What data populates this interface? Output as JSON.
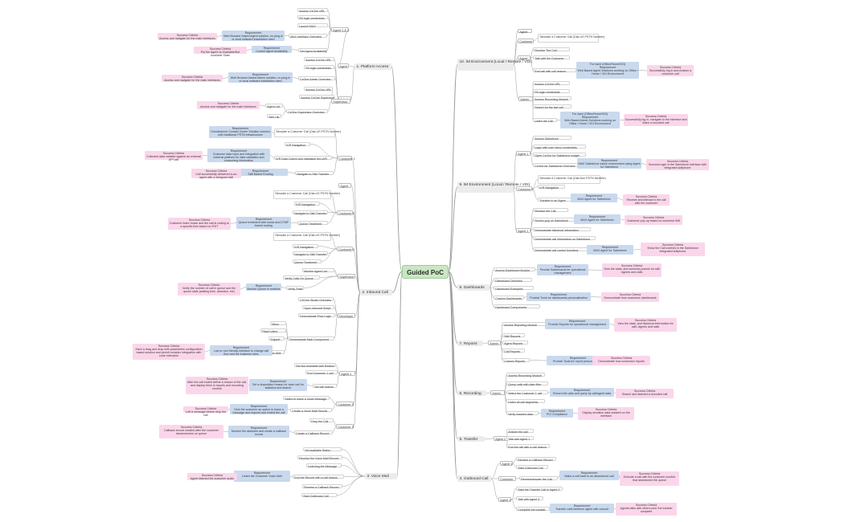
{
  "root": "Guided PoC",
  "colors": {
    "root_fill": "#c9e7c2",
    "requirement": "#c9d9ee",
    "success": "#fbd6ea",
    "line": "#9a9a9a",
    "main_fill": "#ececec"
  },
  "nodes": [
    {
      "id": "root",
      "type": "root",
      "text": "Guided PoC"
    },
    {
      "id": "l1",
      "type": "main",
      "text": "1. Platform Access"
    },
    {
      "id": "l1_agent",
      "type": "branch",
      "text": "Agent"
    },
    {
      "id": "l1_agentsub",
      "type": "branch",
      "text": "Agent 1 & 2"
    },
    {
      "id": "a1",
      "type": "leaf",
      "text": "Access CxOne URL"
    },
    {
      "id": "a2",
      "type": "leaf",
      "text": "Fill login credentials"
    },
    {
      "id": "a3",
      "type": "leaf",
      "text": "Launch MAX"
    },
    {
      "id": "a4",
      "type": "leaf",
      "text": "MAX Interface Overview"
    },
    {
      "id": "a5",
      "type": "leaf",
      "text": "Set Agent Availability"
    },
    {
      "id": "r1",
      "type": "req",
      "text": "Requirement\nWeb Browser based Agent solution, no plug-in or local software installation need"
    },
    {
      "id": "s1",
      "type": "sc",
      "text": "Success Criteria\nAccess and navigate for the main interfaces"
    },
    {
      "id": "r2",
      "type": "req",
      "text": "Requirement\nControl Agent Availability"
    },
    {
      "id": "s2",
      "type": "sc",
      "text": "Success Criteria\nPut the Agent on Available/Not Available State"
    },
    {
      "id": "l1_admin",
      "type": "branch",
      "text": "Admin"
    },
    {
      "id": "b1",
      "type": "leaf",
      "text": "Access CxOne URL"
    },
    {
      "id": "b2",
      "type": "leaf",
      "text": "Fill login credentials"
    },
    {
      "id": "b3",
      "type": "leaf",
      "text": "CxOne Admin Overview"
    },
    {
      "id": "r3",
      "type": "req",
      "text": "Requirement\nWeb Browser based Admin solution, no plug-in or local software installation need"
    },
    {
      "id": "s3",
      "type": "sc",
      "text": "Success Criteria\nAccess and navigate for the main interfaces"
    },
    {
      "id": "l1_sup",
      "type": "branch",
      "text": "Supervisor"
    },
    {
      "id": "c1",
      "type": "leaf",
      "text": "Access CxOne URL"
    },
    {
      "id": "c2",
      "type": "leaf",
      "text": "Access CxOne Supervisor"
    },
    {
      "id": "c3",
      "type": "leaf",
      "text": "Agent List"
    },
    {
      "id": "c4",
      "type": "leaf",
      "text": "Skill List"
    },
    {
      "id": "c5",
      "type": "leaf",
      "text": "CxOne Supervisor Overview"
    },
    {
      "id": "s4",
      "type": "sc",
      "text": "Success Criteria\nAccess and navigate for the main interfaces"
    },
    {
      "id": "l2",
      "type": "main",
      "text": "2. Inbound Call"
    },
    {
      "id": "l2_cust1",
      "type": "branch",
      "text": "Customer 1"
    },
    {
      "id": "d1",
      "type": "leaf",
      "text": "Simulate a Customer Call (Dial-US PSTN Number)"
    },
    {
      "id": "d2",
      "type": "leaf",
      "text": "IVR Navigation"
    },
    {
      "id": "d3",
      "type": "leaf",
      "text": "IVR Data Collect and Validation thru API"
    },
    {
      "id": "d4",
      "type": "leaf",
      "text": "Navigate to Skill Transfer"
    },
    {
      "id": "r4",
      "type": "req",
      "text": "Requirement\nOmnichannel Contact Center Solution connect with traditional PSTN infrastructure"
    },
    {
      "id": "r5",
      "type": "req",
      "text": "Requirement\nCustomer data input and integration with external platform for data validation and consuming information"
    },
    {
      "id": "s5",
      "type": "sc",
      "text": "Success Criteria\nCollected data validate against an external API call"
    },
    {
      "id": "r6",
      "type": "req",
      "text": "Requirement\nSkill Based Routing"
    },
    {
      "id": "s6",
      "type": "sc",
      "text": "Success Criteria\nCall successfully delivered to an agent with a designed skill"
    },
    {
      "id": "l2_agent",
      "type": "branch",
      "text": "Agent"
    },
    {
      "id": "l2_cust2",
      "type": "branch",
      "text": "Customer 2"
    },
    {
      "id": "e1",
      "type": "leaf",
      "text": "Simulate a Customer Call (Dial-US PSTN Number)"
    },
    {
      "id": "e2",
      "type": "leaf",
      "text": "IVR Navigation"
    },
    {
      "id": "e3",
      "type": "leaf",
      "text": "Navigate to Skill Transfer"
    },
    {
      "id": "e4",
      "type": "leaf",
      "text": "Queue Treatment"
    },
    {
      "id": "r7",
      "type": "req",
      "text": "Requirement\nQueue treatment with music and DTMF based routing"
    },
    {
      "id": "s7",
      "type": "sc",
      "text": "Success Criteria\nCustomer listen music and the call is routing to a specific flow based on IFUT"
    },
    {
      "id": "l2_cust3",
      "type": "branch",
      "text": "Customer 3"
    },
    {
      "id": "f1",
      "type": "leaf",
      "text": "Simulate a Customer Call (Dial-US PSTN Number)"
    },
    {
      "id": "f2",
      "type": "leaf",
      "text": "IVR Navigation"
    },
    {
      "id": "f3",
      "type": "leaf",
      "text": "Navigate to Skill Transfer"
    },
    {
      "id": "f4",
      "type": "leaf",
      "text": "Queue Treatment"
    },
    {
      "id": "l2_sup",
      "type": "branch",
      "text": "Supervisor"
    },
    {
      "id": "g1",
      "type": "leaf",
      "text": "Access Skill List"
    },
    {
      "id": "g2",
      "type": "leaf",
      "text": "Monitor Agent List"
    },
    {
      "id": "g3",
      "type": "leaf",
      "text": "Verify Calls On Queue"
    },
    {
      "id": "g4",
      "type": "leaf",
      "text": "Verify Stats"
    },
    {
      "id": "r8",
      "type": "req",
      "text": "Requirement\nMonitor Queue in realtime"
    },
    {
      "id": "s8",
      "type": "sc",
      "text": "Success Criteria\nVerify the number of call in queue and the queue stats (waiting time, abandon, etc)"
    },
    {
      "id": "l2_dev",
      "type": "branch",
      "text": "Developer"
    },
    {
      "id": "h1",
      "type": "leaf",
      "text": "CXOne Studio Overview"
    },
    {
      "id": "h2",
      "type": "leaf",
      "text": "Open Inbound Script"
    },
    {
      "id": "h3",
      "type": "leaf",
      "text": "Demonstrate Flow Logic"
    },
    {
      "id": "h4",
      "type": "leaf",
      "text": "Demonstrate Main Component"
    },
    {
      "id": "h5",
      "type": "leaf",
      "text": "Menu"
    },
    {
      "id": "h6",
      "type": "leaf",
      "text": "Play/Collect"
    },
    {
      "id": "h7",
      "type": "leaf",
      "text": "Snippet"
    },
    {
      "id": "h8",
      "type": "leaf",
      "text": "Route to Skill"
    },
    {
      "id": "r9",
      "type": "req",
      "text": "Requirement\nLow or non friendly interface to change call flow and the business rules"
    },
    {
      "id": "s9",
      "type": "sc",
      "text": "Success Criteria\nHave a drag and drop with parameters configuration based solution and permit complex integration with code extension"
    },
    {
      "id": "l2_ag1",
      "type": "branch",
      "text": "Agent 1"
    },
    {
      "id": "i1",
      "type": "leaf",
      "text": "Set Not Available with Reason"
    },
    {
      "id": "i2",
      "type": "leaf",
      "text": "End Customer 1 call"
    },
    {
      "id": "i3",
      "type": "leaf",
      "text": "Set call reason"
    },
    {
      "id": "r10",
      "type": "req",
      "text": "Requirement\nSet a disposition reason for each call for statistics and search"
    },
    {
      "id": "s10",
      "type": "sc",
      "text": "Success Criteria\nAfter the call ended define a reason of the call, and display them in reports and recording module"
    },
    {
      "id": "l2_c2b",
      "type": "branch",
      "text": "Customer 2"
    },
    {
      "id": "j1",
      "type": "leaf",
      "text": "Select to leave a Voice Message"
    },
    {
      "id": "j2",
      "type": "leaf",
      "text": "Create a Voice Mail Record"
    },
    {
      "id": "r11",
      "type": "req",
      "text": "Requirement\nGive the customer an option to leave a message and request and ended the call"
    },
    {
      "id": "s11",
      "type": "sc",
      "text": "Success Criteria\nLeft a message before drop the call"
    },
    {
      "id": "l2_c3b",
      "type": "branch",
      "text": "Customer 3"
    },
    {
      "id": "k1",
      "type": "leaf",
      "text": "Drop the Call"
    },
    {
      "id": "k2",
      "type": "leaf",
      "text": "Create a Callback Record"
    },
    {
      "id": "r12",
      "type": "req",
      "text": "Requirement\nMonitor the abandon and create a callback record"
    },
    {
      "id": "s12",
      "type": "sc",
      "text": "Success Criteria\nCallback record created after the customer disconnection on queue"
    },
    {
      "id": "l3",
      "type": "main",
      "text": "3. Voice Mail"
    },
    {
      "id": "m1",
      "type": "leaf",
      "text": "Set available Status"
    },
    {
      "id": "m2",
      "type": "leaf",
      "text": "Receive the Voice Mail Record"
    },
    {
      "id": "m3",
      "type": "leaf",
      "text": "Listening the Message"
    },
    {
      "id": "m4",
      "type": "leaf",
      "text": "End the Record with a call reason"
    },
    {
      "id": "m5",
      "type": "leaf",
      "text": "Receive a Callback Record"
    },
    {
      "id": "m6",
      "type": "leaf",
      "text": "Start Outbound Call"
    },
    {
      "id": "r13",
      "type": "req",
      "text": "Requirement\nListen the Customer Voice Mail"
    },
    {
      "id": "s13",
      "type": "sc",
      "text": "Success Criteria\nAgent listened the customer audio"
    },
    {
      "id": "l10",
      "type": "main",
      "text": "10. IM Environment (Local / Remote / VDI)"
    },
    {
      "id": "n_agent",
      "type": "branch",
      "text": "Agent"
    },
    {
      "id": "n_cust",
      "type": "branch",
      "text": "Customer"
    },
    {
      "id": "n1",
      "type": "leaf",
      "text": "Simulate a Customer Call (Dial-US PSTN Number)"
    },
    {
      "id": "n_agent2",
      "type": "branch",
      "text": "Agent"
    },
    {
      "id": "n2",
      "type": "leaf",
      "text": "Receive The Call"
    },
    {
      "id": "n3",
      "type": "leaf",
      "text": "Talk with the Customer"
    },
    {
      "id": "n4",
      "type": "leaf",
      "text": "End call with call reason"
    },
    {
      "id": "r14",
      "type": "req",
      "text": "For each (Office/Home/VDI)\nRequirement\nWeb Based Agent Solutions working on Office / Home / VDI Environment"
    },
    {
      "id": "s14",
      "type": "sc",
      "text": "Success Criteria\nSuccessfully log in and Answer a customer call"
    },
    {
      "id": "n_admin",
      "type": "branch",
      "text": "Admin"
    },
    {
      "id": "o1",
      "type": "leaf",
      "text": "Access CxOne URL"
    },
    {
      "id": "o2",
      "type": "leaf",
      "text": "Fill login credentials"
    },
    {
      "id": "o3",
      "type": "leaf",
      "text": "Access Recording Module"
    },
    {
      "id": "o4",
      "type": "leaf",
      "text": "Search for the last call"
    },
    {
      "id": "o5",
      "type": "leaf",
      "text": "Listen the Call"
    },
    {
      "id": "r15",
      "type": "req",
      "text": "For each (Office/Home/VDI)\nRequirement\nWeb Based Admin Solutions working on Office / Home / VDI Environment"
    },
    {
      "id": "s15",
      "type": "sc",
      "text": "Success Criteria\nSuccessfully log in, navigate to the interface and listen a recorded call"
    },
    {
      "id": "l9",
      "type": "main",
      "text": "9. IM Environment (Local / Remote / VDI)"
    },
    {
      "id": "p_agent",
      "type": "branch",
      "text": "Agent 1"
    },
    {
      "id": "p1",
      "type": "leaf",
      "text": "Access Salesforce"
    },
    {
      "id": "p2",
      "type": "leaf",
      "text": "Login with user demo credentials"
    },
    {
      "id": "p3",
      "type": "leaf",
      "text": "Open CxOne for Salesforce widget"
    },
    {
      "id": "p4",
      "type": "leaf",
      "text": "CxOne for Salesforce Overview"
    },
    {
      "id": "r16",
      "type": "req",
      "text": "Requirement\nMAX Salesforce native environment using Agent for Salesforce"
    },
    {
      "id": "s16",
      "type": "sc",
      "text": "Success Criteria\nSuccess login in the Salesforce interface with integrated softphone"
    },
    {
      "id": "p_cust",
      "type": "branch",
      "text": "Customer 1"
    },
    {
      "id": "q1",
      "type": "leaf",
      "text": "Simulate A Customer Call (Dial-Non PSTN Number)"
    },
    {
      "id": "q2",
      "type": "leaf",
      "text": "IVR Navigation"
    },
    {
      "id": "q3",
      "type": "leaf",
      "text": "Transfer to an Agent"
    },
    {
      "id": "r17",
      "type": "req",
      "text": "Requirement\nMAX Agent for Salesforce"
    },
    {
      "id": "s17",
      "type": "sc",
      "text": "Success Criteria\nReceive and interact in the call with the customer"
    },
    {
      "id": "p_agent2",
      "type": "branch",
      "text": "Agent 1"
    },
    {
      "id": "t1",
      "type": "leaf",
      "text": "Receive the Call"
    },
    {
      "id": "t2",
      "type": "leaf",
      "text": "Screen-pop on Salesforce"
    },
    {
      "id": "t3",
      "type": "leaf",
      "text": "Demonstrate historical information"
    },
    {
      "id": "t4",
      "type": "leaf",
      "text": "Demonstrate call information on Salesforce"
    },
    {
      "id": "t5",
      "type": "leaf",
      "text": "Demonstrate call control functions"
    },
    {
      "id": "r18",
      "type": "req",
      "text": "Requirement\nMAX Agent for Salesforce"
    },
    {
      "id": "s18",
      "type": "sc",
      "text": "Success Criteria\nCustomer pop-up based on customer ANI"
    },
    {
      "id": "r19",
      "type": "req",
      "text": "Requirement\nMAX Agent for Salesforce"
    },
    {
      "id": "s19",
      "type": "sc",
      "text": "Success Criteria\nShow the Call controls in the Salesforce integrated softphone"
    },
    {
      "id": "l8",
      "type": "main",
      "text": "8. Dashboards"
    },
    {
      "id": "u1",
      "type": "leaf",
      "text": "Access Dashboard Module"
    },
    {
      "id": "u2",
      "type": "leaf",
      "text": "Dashboard Overview"
    },
    {
      "id": "u3",
      "type": "leaf",
      "text": "Dashboard Examples"
    },
    {
      "id": "u4",
      "type": "leaf",
      "text": "Custom Dashboards"
    },
    {
      "id": "u5",
      "type": "leaf",
      "text": "Dashboard Components"
    },
    {
      "id": "r20",
      "type": "req",
      "text": "Requirement\nProvide Dashboards for operational management"
    },
    {
      "id": "s20",
      "type": "sc",
      "text": "Success Criteria\nView the stats, and summary panels for skill Agents and calls"
    },
    {
      "id": "r21",
      "type": "req",
      "text": "Requirement\nProvide Tools for dashboards personalization"
    },
    {
      "id": "s21",
      "type": "sc",
      "text": "Success Criteria\nDemonstrate how customize dashboards"
    },
    {
      "id": "l7",
      "type": "main",
      "text": "7. Reports"
    },
    {
      "id": "v_admin",
      "type": "branch",
      "text": "Admin"
    },
    {
      "id": "v1",
      "type": "leaf",
      "text": "Access Reporting Module"
    },
    {
      "id": "v2",
      "type": "leaf",
      "text": "Skill Reports"
    },
    {
      "id": "v3",
      "type": "leaf",
      "text": "Agent Reports"
    },
    {
      "id": "v4",
      "type": "leaf",
      "text": "Call Reports"
    },
    {
      "id": "v5",
      "type": "leaf",
      "text": "Custom Reports"
    },
    {
      "id": "r22",
      "type": "req",
      "text": "Requirement\nProvide Reports for operational management"
    },
    {
      "id": "s22",
      "type": "sc",
      "text": "Success Criteria\nView the stats, and historical information for skill, Agents and calls"
    },
    {
      "id": "r23",
      "type": "req",
      "text": "Requirement\nProvide Tools for report personalization"
    },
    {
      "id": "s23",
      "type": "sc",
      "text": "Success Criteria\nDemonstrate how customize reports"
    },
    {
      "id": "l6",
      "type": "main",
      "text": "6. Recording"
    },
    {
      "id": "w_admin",
      "type": "branch",
      "text": "Admin"
    },
    {
      "id": "w1",
      "type": "leaf",
      "text": "Access Recording Module"
    },
    {
      "id": "w2",
      "type": "leaf",
      "text": "Query calls with date filter"
    },
    {
      "id": "w3",
      "type": "leaf",
      "text": "Select the Customer 1 call"
    },
    {
      "id": "w4",
      "type": "leaf",
      "text": "Listen all call segments"
    },
    {
      "id": "w5",
      "type": "leaf",
      "text": "Verify masked data"
    },
    {
      "id": "r24",
      "type": "req",
      "text": "Requirement\nRecord the calls and query by call/agent data"
    },
    {
      "id": "s24",
      "type": "sc",
      "text": "Success Criteria\nSearch and listened a recorded call"
    },
    {
      "id": "r25",
      "type": "req",
      "text": "Requirement\nPCI Compliance"
    },
    {
      "id": "s25",
      "type": "sc",
      "text": "Success Criteria\nDisplay sensitive data masked on the interface"
    },
    {
      "id": "l5",
      "type": "main",
      "text": "5. Transfer"
    },
    {
      "id": "x_agent",
      "type": "branch",
      "text": "Agent 2"
    },
    {
      "id": "x1",
      "type": "leaf",
      "text": "Answer the call"
    },
    {
      "id": "x2",
      "type": "leaf",
      "text": "Talk with Agent 1"
    },
    {
      "id": "x3",
      "type": "leaf",
      "text": "End the call with a call reason"
    },
    {
      "id": "l4",
      "type": "main",
      "text": "4. Outbound Call"
    },
    {
      "id": "y_agent",
      "type": "branch",
      "text": "Agent 1"
    },
    {
      "id": "y1",
      "type": "leaf",
      "text": "Receive a Callback Record"
    },
    {
      "id": "y2",
      "type": "leaf",
      "text": "Start Outbound Call"
    },
    {
      "id": "y_cust",
      "type": "branch",
      "text": "Customer"
    },
    {
      "id": "y3",
      "type": "leaf",
      "text": "Receive/answer the Call"
    },
    {
      "id": "r26",
      "type": "req",
      "text": "Requirement\nMake a call back to an abandoned call"
    },
    {
      "id": "s26",
      "type": "sc",
      "text": "Success Criteria\nExecute a call with the customer number that abandoned the queue"
    },
    {
      "id": "y_agent2",
      "type": "branch",
      "text": "Agent 1"
    },
    {
      "id": "y4",
      "type": "leaf",
      "text": "Start the Transfer Call to Agent 2"
    },
    {
      "id": "y5",
      "type": "leaf",
      "text": "Talk with Agent 2"
    },
    {
      "id": "y6",
      "type": "leaf",
      "text": "Complete the transfer"
    },
    {
      "id": "r27",
      "type": "req",
      "text": "Requirement\nTransfer calls between agent with consult"
    },
    {
      "id": "s27",
      "type": "sc",
      "text": "Success Criteria\nAgents talks with others prior the transfer complete"
    }
  ]
}
